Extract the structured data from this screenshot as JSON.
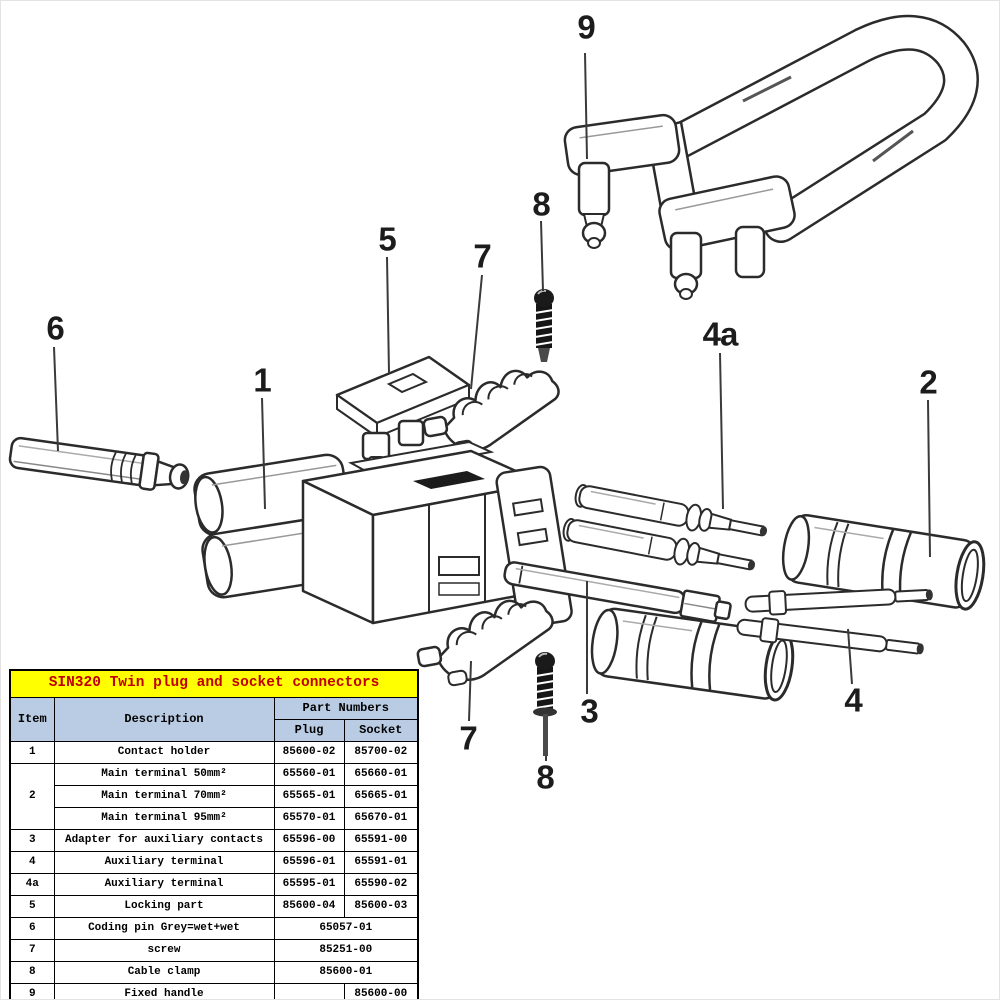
{
  "diagram": {
    "name": "SIN320 twin plug and socket connectors exploded view",
    "callouts": [
      {
        "label": "9",
        "part": "fixed-handle"
      },
      {
        "label": "8",
        "part": "screw-top"
      },
      {
        "label": "5",
        "part": "locking-part"
      },
      {
        "label": "7",
        "part": "cable-clamp-top"
      },
      {
        "label": "6",
        "part": "coding-pin"
      },
      {
        "label": "1",
        "part": "contact-holder"
      },
      {
        "label": "4a",
        "part": "auxiliary-terminal-4a"
      },
      {
        "label": "2",
        "part": "main-terminal"
      },
      {
        "label": "3",
        "part": "adapter"
      },
      {
        "label": "4",
        "part": "auxiliary-terminal-4"
      },
      {
        "label": "7",
        "part": "cable-clamp-bottom"
      },
      {
        "label": "8",
        "part": "screw-bottom"
      }
    ]
  },
  "table": {
    "title": "SIN320 Twin plug and socket connectors",
    "columns": {
      "item": "Item",
      "description": "Description",
      "part_numbers": "Part Numbers",
      "plug": "Plug",
      "socket": "Socket"
    },
    "rows": [
      {
        "item": "1",
        "description": "Contact holder",
        "plug": "85600-02",
        "socket": "85700-02"
      },
      {
        "item": "2",
        "description": "Main terminal 50mm²",
        "plug": "65560-01",
        "socket": "65660-01"
      },
      {
        "item": "",
        "description": "Main terminal 70mm²",
        "plug": "65565-01",
        "socket": "65665-01"
      },
      {
        "item": "",
        "description": "Main terminal 95mm²",
        "plug": "65570-01",
        "socket": "65670-01"
      },
      {
        "item": "3",
        "description": "Adapter for auxiliary contacts",
        "plug": "65596-00",
        "socket": "65591-00"
      },
      {
        "item": "4",
        "description": "Auxiliary terminal",
        "plug": "65596-01",
        "socket": "65591-01"
      },
      {
        "item": "4a",
        "description": "Auxiliary terminal",
        "plug": "65595-01",
        "socket": "65590-02"
      },
      {
        "item": "5",
        "description": "Locking part",
        "plug": "85600-04",
        "socket": "85600-03"
      },
      {
        "item": "6",
        "description": "Coding pin Grey=wet+wet",
        "part": "65057-01"
      },
      {
        "item": "7",
        "description": "screw",
        "part": "85251-00"
      },
      {
        "item": "8",
        "description": "Cable clamp",
        "part": "85600-01"
      },
      {
        "item": "9",
        "description": "Fixed handle",
        "plug": "",
        "socket": "85600-00"
      }
    ]
  },
  "colors": {
    "title_bg": "#FFFF00",
    "title_text": "#C00000",
    "header_bg": "#B9CCE3",
    "table_border": "#000000",
    "line_art": "#2b2b2b"
  }
}
